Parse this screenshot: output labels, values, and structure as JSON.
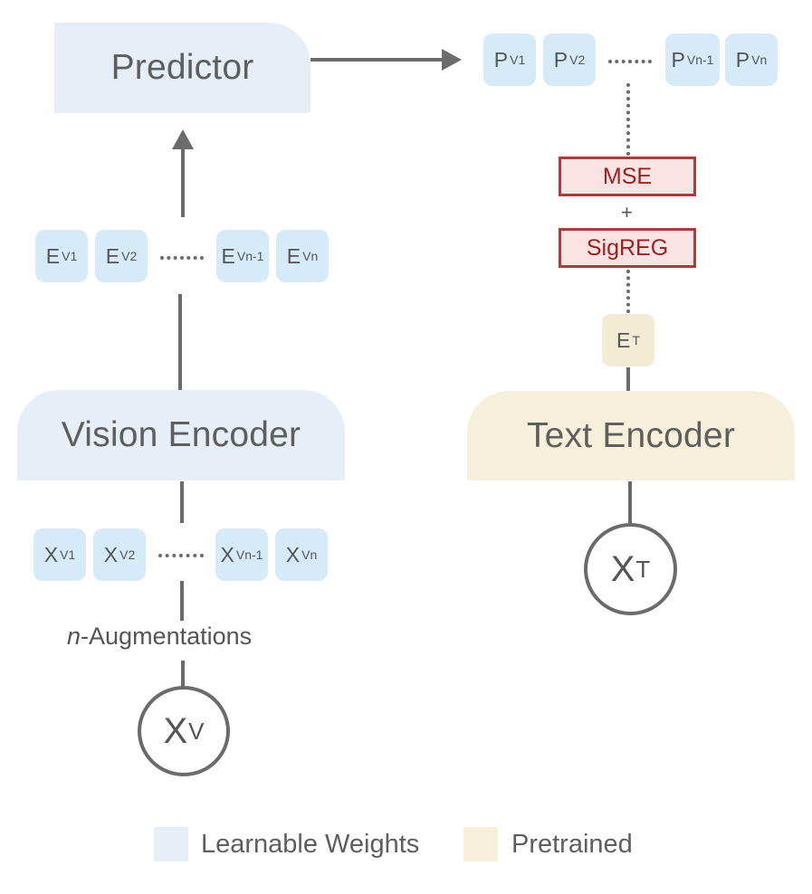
{
  "blocks": {
    "predictor": "Predictor",
    "vision_encoder": "Vision Encoder",
    "text_encoder": "Text Encoder"
  },
  "predictor_tokens": [
    {
      "base": "P",
      "sub": "V1"
    },
    {
      "base": "P",
      "sub": "V2"
    },
    {
      "base": "P",
      "sub": "Vn-1"
    },
    {
      "base": "P",
      "sub": "Vn"
    }
  ],
  "embedding_tokens": [
    {
      "base": "E",
      "sub": "V1"
    },
    {
      "base": "E",
      "sub": "V2"
    },
    {
      "base": "E",
      "sub": "Vn-1"
    },
    {
      "base": "E",
      "sub": "Vn"
    }
  ],
  "input_tokens": [
    {
      "base": "X",
      "sub": "V1"
    },
    {
      "base": "X",
      "sub": "V2"
    },
    {
      "base": "X",
      "sub": "Vn-1"
    },
    {
      "base": "X",
      "sub": "Vn"
    }
  ],
  "text_embedding": {
    "base": "E",
    "sub": "T"
  },
  "losses": {
    "mse": "MSE",
    "plus": "+",
    "sigreg": "SigREG"
  },
  "augmentations": {
    "prefix": "n",
    "label": "-Augmentations"
  },
  "inputs": {
    "vision": {
      "base": "X",
      "sub": "V"
    },
    "text": {
      "base": "X",
      "sub": "T"
    }
  },
  "legend": {
    "learnable": "Learnable Weights",
    "pretrained": "Pretrained"
  },
  "colors": {
    "learnable": "#e6eff8",
    "pretrained": "#f6f0da",
    "token": "#d6ebfa",
    "loss_border": "#b03a3a",
    "loss_fill": "#f9e3e3"
  }
}
